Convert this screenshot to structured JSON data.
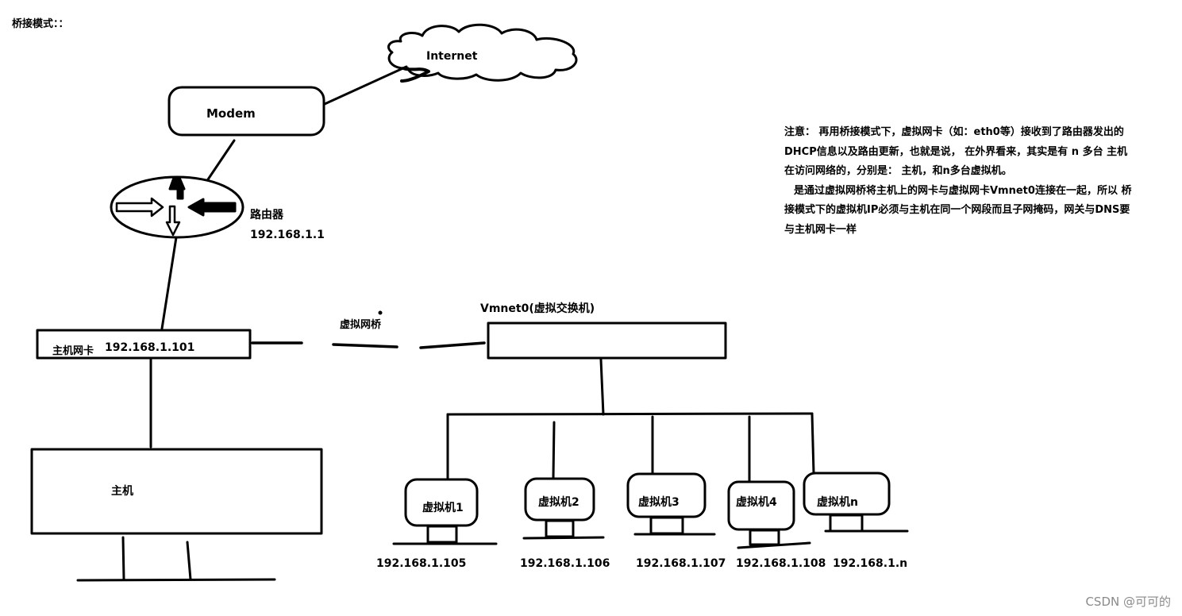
{
  "title": "桥接模式：：",
  "nodes": {
    "internet": "Internet",
    "modem": "Modem",
    "router_name": "路由器",
    "router_ip": "192.168.1.1",
    "host_nic_name": "主机网卡",
    "host_nic_ip": "192.168.1.101",
    "virtual_bridge": "虚拟网桥",
    "vmnet0": "Vmnet0(虚拟交换机)",
    "host": "主机"
  },
  "vms": [
    {
      "name": "虚拟机1",
      "ip": "192.168.1.105"
    },
    {
      "name": "虚拟机2",
      "ip": "192.168.1.106"
    },
    {
      "name": "虚拟机3",
      "ip": "192.168.1.107"
    },
    {
      "name": "虚拟机4",
      "ip": "192.168.1.108"
    },
    {
      "name": "虚拟机n",
      "ip": "192.168.1.n"
    }
  ],
  "note": {
    "paragraph1": "注意： 再用桥接模式下，虚拟网卡（如：eth0等）接收到了路由器发出的DHCP信息以及路由更新，也就是说， 在外界看来，其实是有 n 多台 主机 在访问网络的，分别是： 主机，和n多台虚拟机。",
    "paragraph2": "是通过虚拟网桥将主机上的网卡与虚拟网卡Vmnet0连接在一起，所以 桥接模式下的虚拟机IP必须与主机在同一个网段而且子网掩码，网关与DNS要与主机网卡一样"
  },
  "watermark": "CSDN @可可的"
}
